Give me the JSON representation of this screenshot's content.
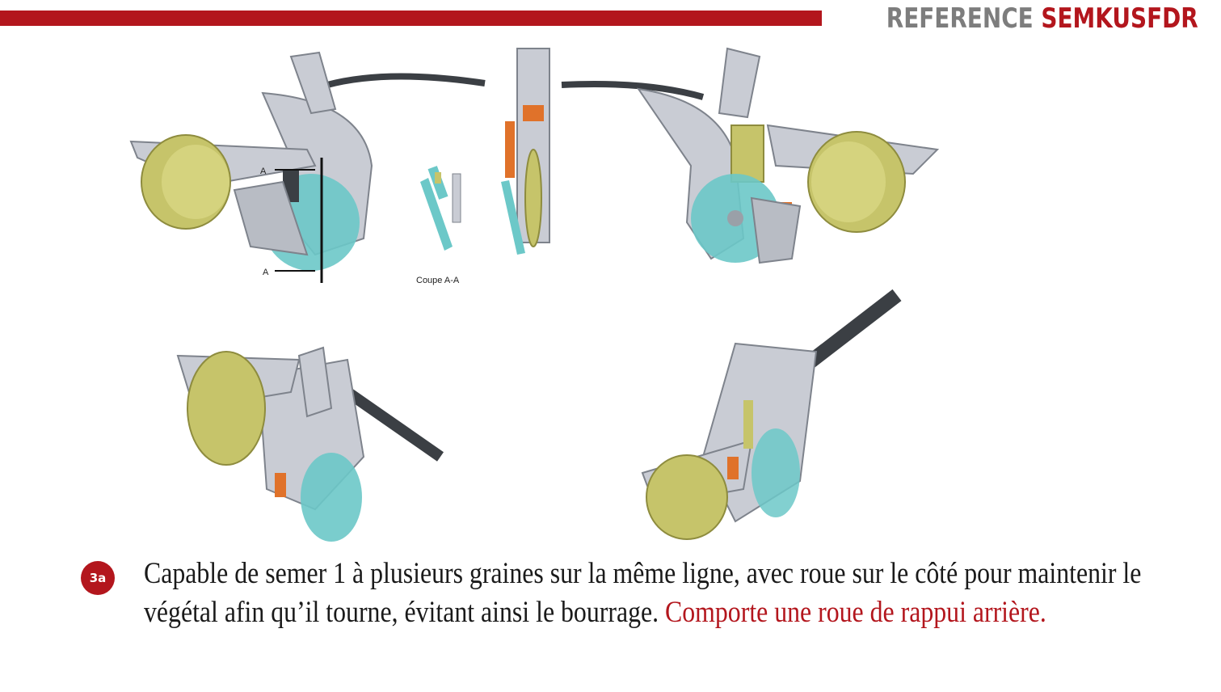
{
  "header": {
    "reference_label": "REFERENCE",
    "reference_code": "SEMKUSFDR"
  },
  "figure": {
    "section_marker_top": "A",
    "section_marker_bottom": "A",
    "section_caption": "Coupe A-A"
  },
  "caption": {
    "badge": "3a",
    "text": "Capable de semer 1 à plusieurs graines sur la même ligne, avec roue sur le côté pour maintenir le végétal afin qu’il tourne, évitant ainsi le bourrage.",
    "highlight": "Comporte une roue de rappui arrière."
  },
  "colors": {
    "brand_red": "#b3161d",
    "wheel_yellow": "#c6c46a",
    "disc_cyan": "#6cc8c8",
    "frame_gray": "#c9ccd4",
    "bar_dark": "#3b3f44",
    "accent_orange": "#e0722a"
  }
}
